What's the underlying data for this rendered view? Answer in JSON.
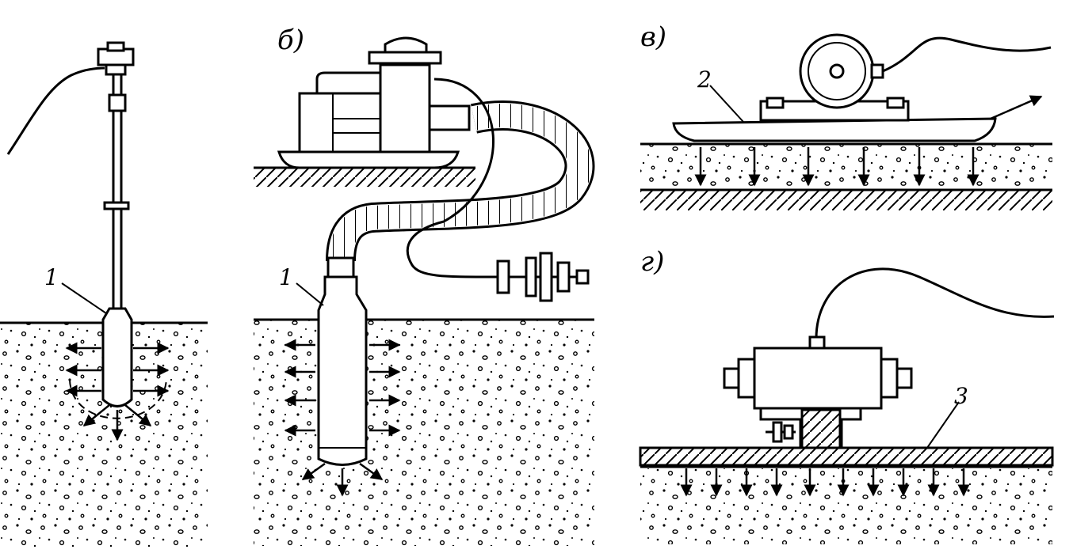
{
  "panels": [
    {
      "id": "a",
      "label": ""
    },
    {
      "id": "b",
      "label": "б)"
    },
    {
      "id": "v",
      "label": "в)"
    },
    {
      "id": "g",
      "label": "г)"
    }
  ],
  "callouts": {
    "a_vibrator": "1",
    "b_vibrator": "1",
    "v_plate": "2",
    "g_board": "3"
  }
}
